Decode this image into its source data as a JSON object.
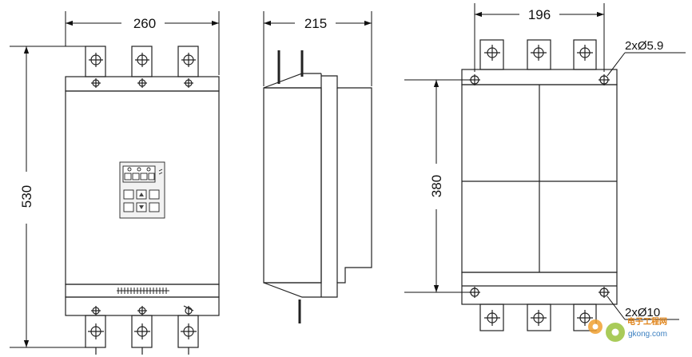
{
  "front_view": {
    "width_label": "260",
    "height_label": "530"
  },
  "side_view": {
    "depth_label": "215"
  },
  "mounting_view": {
    "width_label": "196",
    "height_label": "380",
    "upper_hole_label": "2xØ5.9",
    "lower_hole_label": "2xØ10"
  },
  "watermark": {
    "line1": "电子工程网",
    "line2": "gkong.com",
    "color": "#e0841a"
  }
}
